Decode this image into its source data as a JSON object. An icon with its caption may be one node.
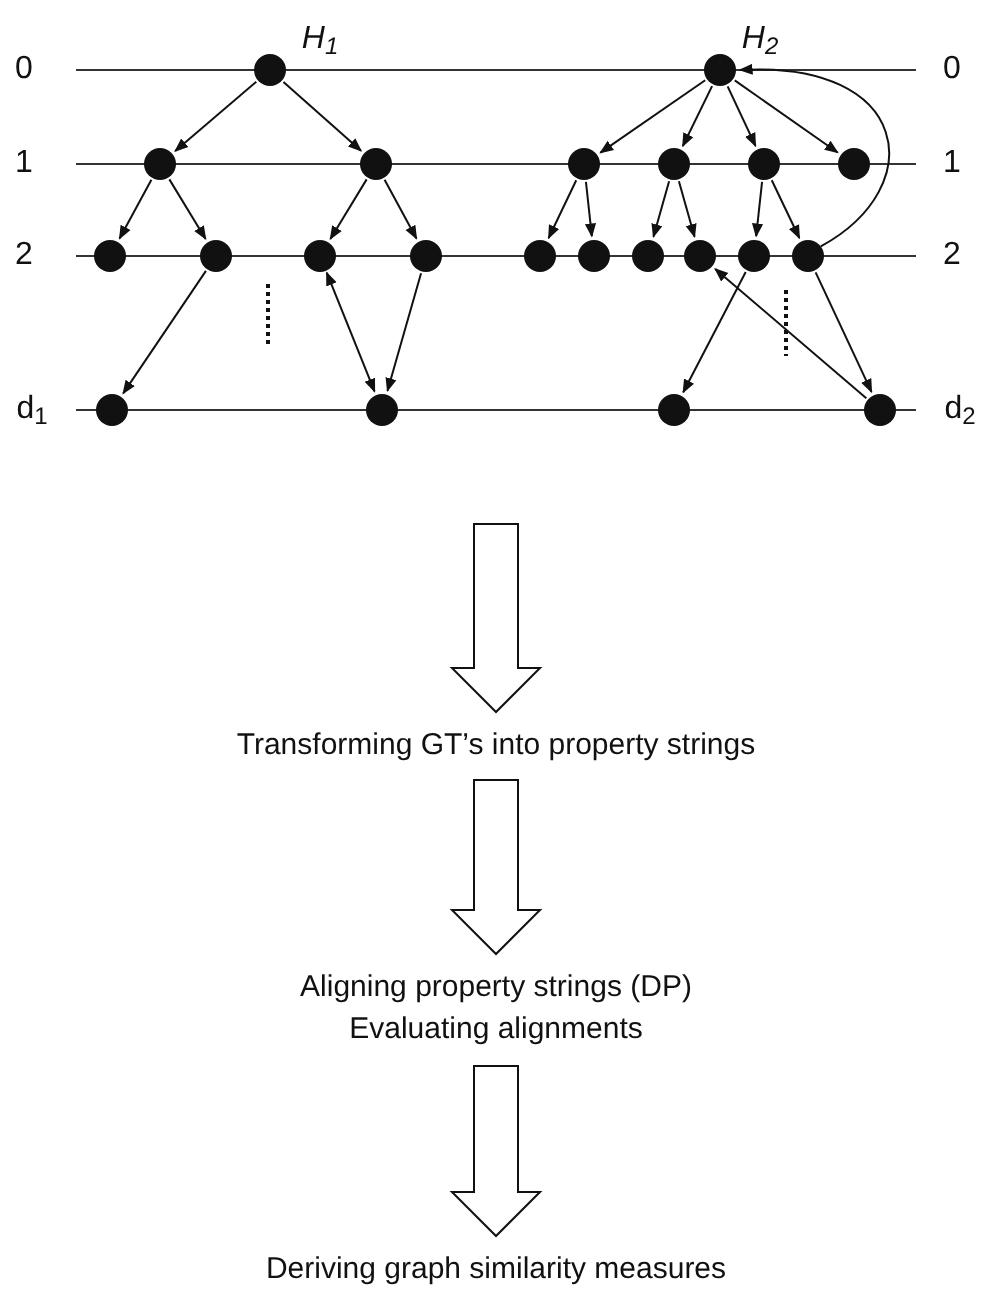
{
  "diagram": {
    "nodes": [
      {
        "text": [],
        "shape": "circle"
      },
      {
        "text": [],
        "shape": "circle"
      },
      {
        "text": [],
        "shape": "circle"
      },
      {
        "text": [],
        "shape": "circle"
      },
      {
        "text": [],
        "shape": "circle"
      },
      {
        "text": [],
        "shape": "circle"
      },
      {
        "text": [],
        "shape": "circle"
      },
      {
        "text": [],
        "shape": "circle"
      },
      {
        "text": [],
        "shape": "circle"
      },
      {
        "text": [],
        "shape": "circle"
      },
      {
        "text": [],
        "shape": "circle"
      },
      {
        "text": [],
        "shape": "circle"
      },
      {
        "text": [],
        "shape": "circle"
      },
      {
        "text": [],
        "shape": "circle"
      },
      {
        "text": [],
        "shape": "circle"
      },
      {
        "text": [],
        "shape": "circle"
      },
      {
        "text": [],
        "shape": "circle"
      },
      {
        "text": [],
        "shape": "circle"
      },
      {
        "text": [],
        "shape": "circle"
      },
      {
        "text": [],
        "shape": "circle"
      },
      {
        "text": [],
        "shape": "circle"
      },
      {
        "text": [],
        "shape": "circle"
      },
      {
        "text": [
          "Transforming GT’s into property strings"
        ]
      },
      {
        "text": [
          "Aligning property strings (DP)",
          "Evaluating alignments"
        ]
      },
      {
        "text": [
          "Deriving graph similarity measures"
        ]
      }
    ],
    "edges": [
      {
        "from": 0,
        "to": 1,
        "arrow": "to"
      },
      {
        "from": 0,
        "to": 2,
        "arrow": "to"
      },
      {
        "from": 1,
        "to": 3,
        "arrow": "to"
      },
      {
        "from": 1,
        "to": 4,
        "arrow": "to"
      },
      {
        "from": 2,
        "to": 5,
        "arrow": "to"
      },
      {
        "from": 2,
        "to": 6,
        "arrow": "to"
      },
      {
        "from": 4,
        "to": 7,
        "arrow": "to"
      },
      {
        "from": 5,
        "to": 8,
        "arrow": "both"
      },
      {
        "from": 6,
        "to": 8,
        "arrow": "to"
      },
      {
        "from": 9,
        "to": 10,
        "arrow": "to"
      },
      {
        "from": 9,
        "to": 11,
        "arrow": "to"
      },
      {
        "from": 9,
        "to": 12,
        "arrow": "to"
      },
      {
        "from": 9,
        "to": 13,
        "arrow": "to"
      },
      {
        "from": 10,
        "to": 14,
        "arrow": "to"
      },
      {
        "from": 10,
        "to": 15,
        "arrow": "to"
      },
      {
        "from": 11,
        "to": 16,
        "arrow": "to"
      },
      {
        "from": 11,
        "to": 17,
        "arrow": "to"
      },
      {
        "from": 12,
        "to": 18,
        "arrow": "to"
      },
      {
        "from": 12,
        "to": 19,
        "arrow": "to"
      },
      {
        "from": 18,
        "to": 20,
        "arrow": "to"
      },
      {
        "from": 19,
        "to": 21,
        "arrow": "to"
      },
      {
        "from": 21,
        "to": 17,
        "arrow": "to"
      },
      {
        "from": 19,
        "to": 9,
        "arrow": "to"
      },
      {
        "from": null,
        "to": 22,
        "arrow": "to",
        "style": "thick"
      },
      {
        "from": 22,
        "to": 23,
        "arrow": "to",
        "style": "thick"
      },
      {
        "from": 23,
        "to": 24,
        "arrow": "to",
        "style": "thick"
      }
    ],
    "labels": [
      "H$_{1}$",
      "H$_{2}$",
      "0",
      "0",
      "1",
      "1",
      "2",
      "2",
      "d$_{1}$",
      "d$_{2}$"
    ]
  }
}
